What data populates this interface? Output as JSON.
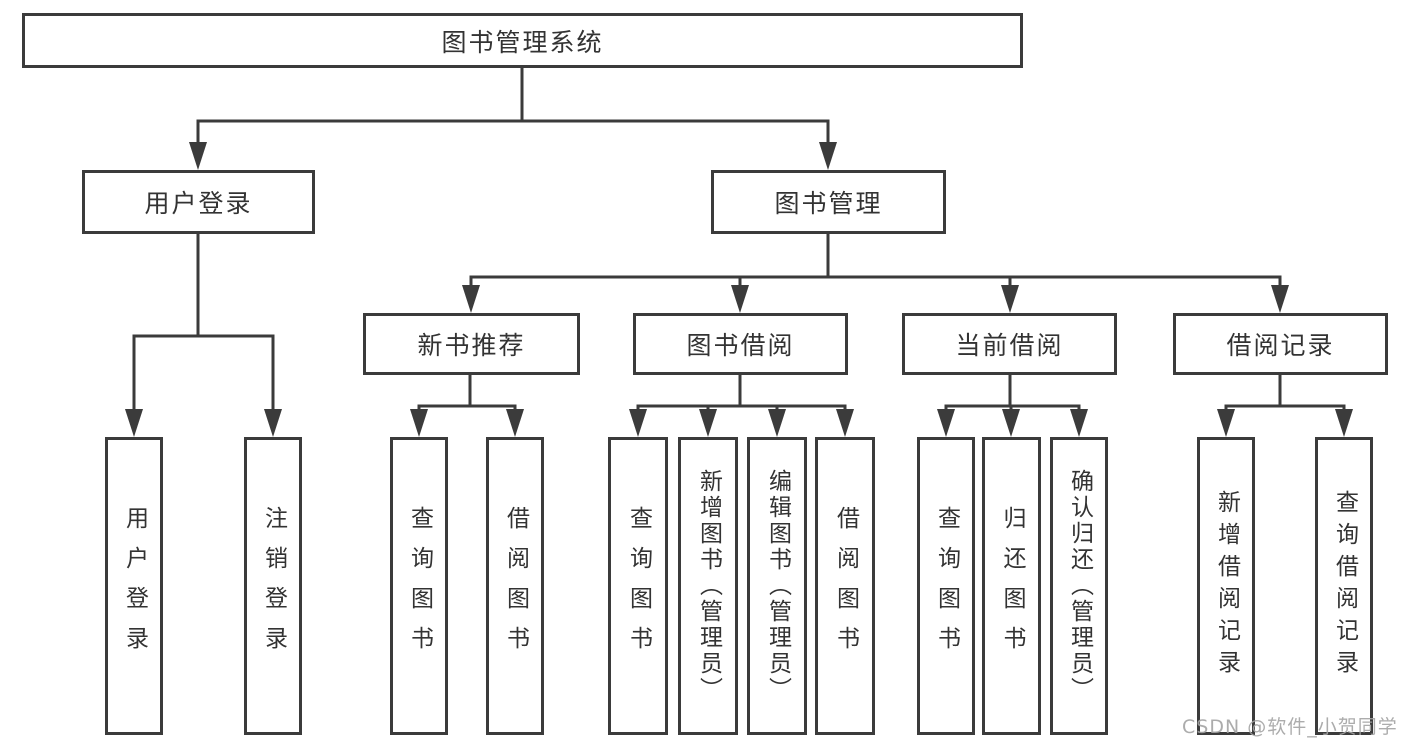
{
  "tree": {
    "label": "图书管理系统",
    "children": [
      {
        "label": "用户登录",
        "children": [
          {
            "label": "用户登录"
          },
          {
            "label": "注销登录"
          }
        ]
      },
      {
        "label": "图书管理",
        "children": [
          {
            "label": "新书推荐",
            "children": [
              {
                "label": "查询图书"
              },
              {
                "label": "借阅图书"
              }
            ]
          },
          {
            "label": "图书借阅",
            "children": [
              {
                "label": "查询图书"
              },
              {
                "label": "新增图书（管理员）"
              },
              {
                "label": "编辑图书（管理员）"
              },
              {
                "label": "借阅图书"
              }
            ]
          },
          {
            "label": "当前借阅",
            "children": [
              {
                "label": "查询图书"
              },
              {
                "label": "归还图书"
              },
              {
                "label": "确认归还（管理员）"
              }
            ]
          },
          {
            "label": "借阅记录",
            "children": [
              {
                "label": "新增借阅记录"
              },
              {
                "label": "查询借阅记录"
              }
            ]
          }
        ]
      }
    ]
  },
  "watermark": "CSDN @软件_小贺同学",
  "colors": {
    "line": "#3b3b3b",
    "text": "#333333",
    "watermark": "#a4a4a4",
    "background": "#ffffff"
  }
}
